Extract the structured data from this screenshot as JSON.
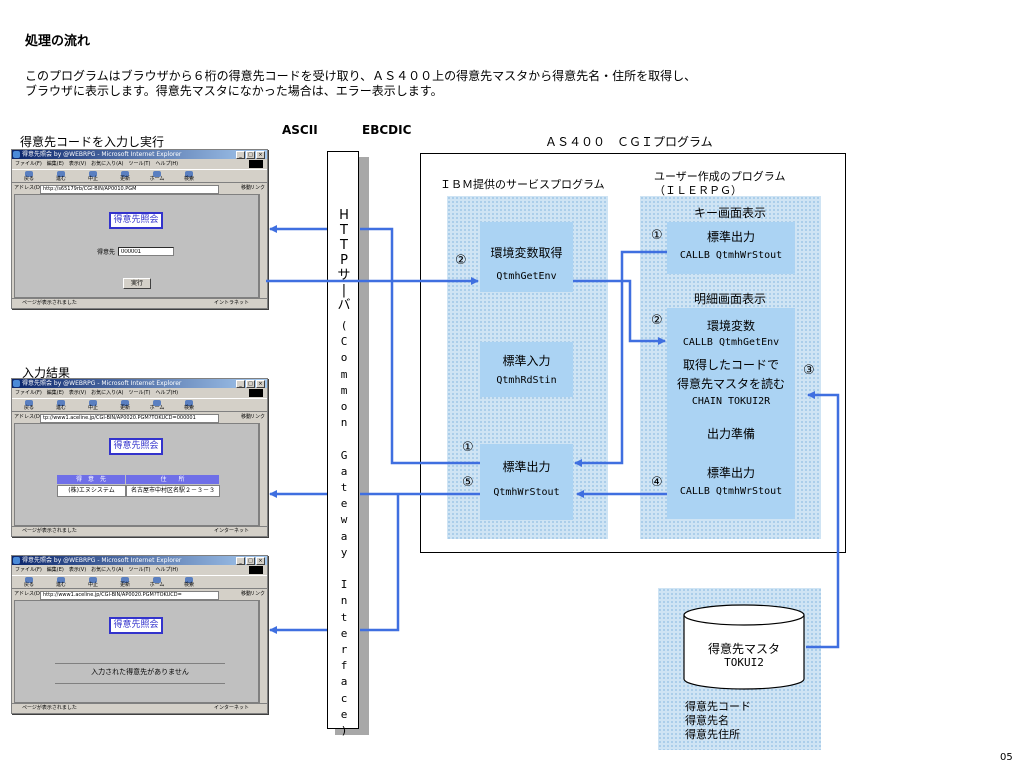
{
  "page": {
    "title": "処理の流れ",
    "desc_line1": "このプログラムはブラウザから６桁の得意先コードを受け取り、ＡＳ４００上の得意先マスタから得意先名・住所を取得し、",
    "desc_line2": "ブラウザに表示します。得意先マスタになかった場合は、エラー表示します。",
    "page_number": "05"
  },
  "labels": {
    "left_top": "得意先コードを入力し実行",
    "left_result": "入力結果",
    "ascii": "ASCII",
    "ebcdic": "EBCDIC",
    "as400": "ＡＳ４００　ＣＧＩプログラム",
    "ibm_services": "ＩＢＭ提供のサービスプログラム",
    "user_prog_1": "ユーザー作成のプログラム",
    "user_prog_2": "（ＩＬＥＲＰＧ）",
    "http_server_chars": [
      "H",
      "T",
      "T",
      "P",
      "サ",
      "|",
      "バ"
    ],
    "cgi_chars": [
      "(",
      "C",
      "o",
      "m",
      "m",
      "o",
      "n",
      " ",
      "G",
      "a",
      "t",
      "e",
      "w",
      "a",
      "y",
      " ",
      "I",
      "n",
      "t",
      "e",
      "r",
      "f",
      "a",
      "c",
      "e",
      ")"
    ]
  },
  "ibm_boxes": {
    "getenv_title": "環境変数取得",
    "getenv_api": "QtmhGetEnv",
    "rdstin_title": "標準入力",
    "rdstin_api": "QtmhRdStin",
    "wrstout_title": "標準出力",
    "wrstout_api": "QtmhWrStout"
  },
  "user_boxes": {
    "key_screen": "キー画面表示",
    "key_out_title": "標準出力",
    "key_out_call": "CALLB QtmhWrStout",
    "detail_screen": "明細画面表示",
    "env_title": "環境変数",
    "env_call": "CALLB QtmhGetEnv",
    "read_line1": "取得したコードで",
    "read_line2": "得意先マスタを読む",
    "read_chain": "CHAIN TOKUI2R",
    "prep": "出力準備",
    "out_title": "標準出力",
    "out_call": "CALLB QtmhWrStout"
  },
  "steps": {
    "s1": "①",
    "s2": "②",
    "s3": "③",
    "s4": "④",
    "s5": "⑤"
  },
  "database": {
    "name": "得意先マスタ",
    "file": "TOKUI2",
    "field1": "得意先コード",
    "field2": "得意先名",
    "field3": "得意先住所"
  },
  "browser1": {
    "title": "得意先照会 by @WEBRPG - Microsoft Internet Explorer",
    "menu": "ファイル(F)　編集(E)　表示(V)　お気に入り(A)　ツール(T)　ヘルプ(H)",
    "toolbar": [
      "戻る",
      "進む",
      "中止",
      "更新",
      "ホーム",
      "検索"
    ],
    "address_label": "アドレス(D)",
    "address": "http://s65179rb/CGI-BIN/AP0010.PGM",
    "go": "移動",
    "links": "リンク",
    "page_title": "得意先照会",
    "field_label": "得意先",
    "field_value": "000001",
    "button": "実行",
    "status": "ページが表示されました",
    "zone": "イントラネット"
  },
  "browser2": {
    "title": "得意先照会 by @WEBRPG - Microsoft Internet Explorer",
    "menu": "ファイル(F)　編集(E)　表示(V)　お気に入り(A)　ツール(T)　ヘルプ(H)",
    "toolbar": [
      "戻る",
      "進む",
      "中止",
      "更新",
      "ホーム",
      "検索"
    ],
    "address_label": "アドレス(D)",
    "address": "tp://www1.aceline.jp/CGI-BIN/AP0020.PGM?TOKUCD=000001",
    "go": "移動",
    "links": "リンク",
    "page_title": "得意先照会",
    "col1": "得　意　先",
    "col2": "住　　所",
    "val1": "(株)エヌシステム",
    "val2": "名古屋市中村区名駅２－３－３",
    "status": "ページが表示されました",
    "zone": "インターネット"
  },
  "browser3": {
    "title": "得意先照会 by @WEBRPG - Microsoft Internet Explorer",
    "menu": "ファイル(F)　編集(E)　表示(V)　お気に入り(A)　ツール(T)　ヘルプ(H)",
    "toolbar": [
      "戻る",
      "進む",
      "中止",
      "更新",
      "ホーム",
      "検索"
    ],
    "address_label": "アドレス(D)",
    "address": "http://www1.aceline.jp/CGI-BIN/AP0020.PGM?TOKUCD=",
    "go": "移動",
    "links": "リンク",
    "page_title": "得意先照会",
    "message": "入力された得意先がありません",
    "status": "ページが表示されました",
    "zone": "インターネット"
  },
  "colors": {
    "arrow": "#3f6fe0",
    "panel": "#cfe4f4",
    "box": "#abd3f3"
  }
}
